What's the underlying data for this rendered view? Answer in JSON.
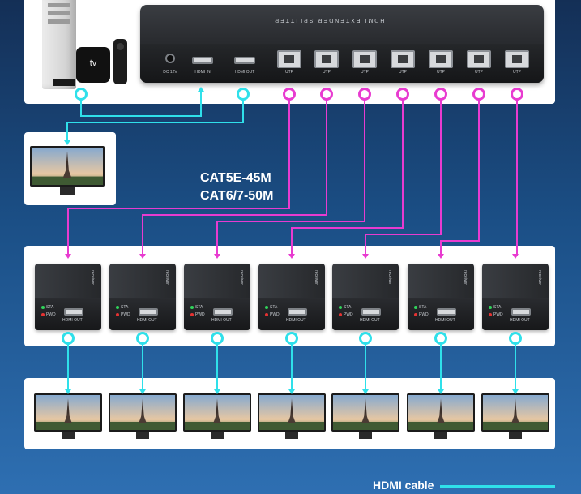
{
  "colors": {
    "hdmi_link": "#2fe0ea",
    "utp_link": "#e83bd0",
    "panel": "#ffffff",
    "background_top": "#142f56",
    "background_bottom": "#2e6fb2"
  },
  "source": {
    "streamer_label": "tv"
  },
  "splitter": {
    "brand_text": "HDMI EXTENDER SPLITTER",
    "dc_label": "DC 12V",
    "hdmi_in_label": "HDMI IN",
    "hdmi_out_label": "HDMI OUT",
    "utp_port_label": "UTP",
    "utp_port_count": 7
  },
  "receivers": {
    "count": 7,
    "sta_label": "STA",
    "pwr_label": "PWD",
    "hdmi_out_label": "HDMI OUT",
    "side_mark": "receiver"
  },
  "cable_lengths": [
    "CAT5E-45M",
    "CAT6/7-50M"
  ],
  "legend": {
    "label": "HDMI cable"
  },
  "displays": {
    "loop_out_count": 1,
    "output_count": 7
  }
}
